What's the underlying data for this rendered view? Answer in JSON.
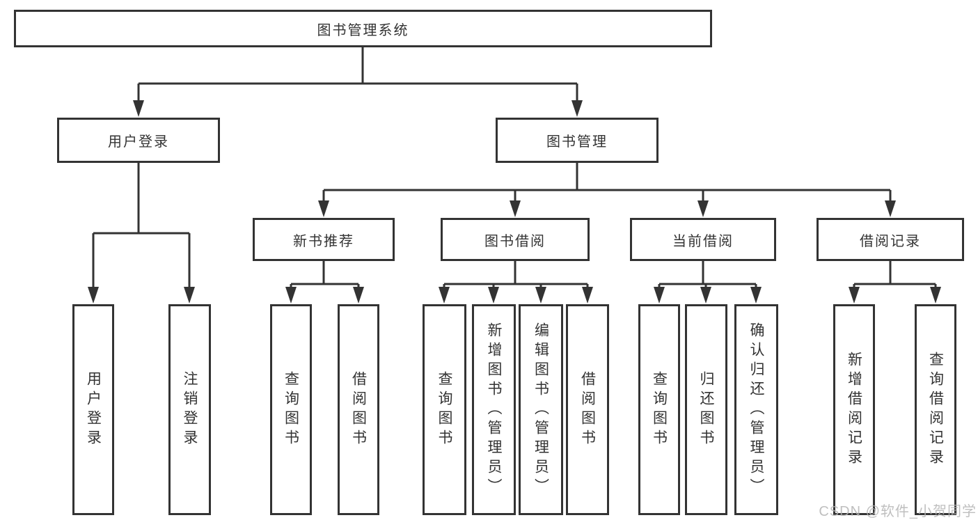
{
  "diagram": {
    "root": {
      "label": "图书管理系统"
    },
    "branches": [
      {
        "label": "用户登录",
        "children": [
          {
            "label": "用户登录"
          },
          {
            "label": "注销登录"
          }
        ]
      },
      {
        "label": "图书管理",
        "children": [
          {
            "label": "新书推荐",
            "children": [
              {
                "label": "查询图书"
              },
              {
                "label": "借阅图书"
              }
            ]
          },
          {
            "label": "图书借阅",
            "children": [
              {
                "label": "查询图书"
              },
              {
                "label": "新增图书（管理员）"
              },
              {
                "label": "编辑图书（管理员）"
              },
              {
                "label": "借阅图书"
              }
            ]
          },
          {
            "label": "当前借阅",
            "children": [
              {
                "label": "查询图书"
              },
              {
                "label": "归还图书"
              },
              {
                "label": "确认归还（管理员）"
              }
            ]
          },
          {
            "label": "借阅记录",
            "children": [
              {
                "label": "新增借阅记录"
              },
              {
                "label": "查询借阅记录"
              }
            ]
          }
        ]
      }
    ]
  },
  "watermark": {
    "text": "CSDN @软件_小贺同学"
  },
  "colors": {
    "line": "#333333",
    "box_border": "#333333",
    "text": "#333333",
    "background": "#ffffff",
    "watermark": "#b4b4b4"
  }
}
